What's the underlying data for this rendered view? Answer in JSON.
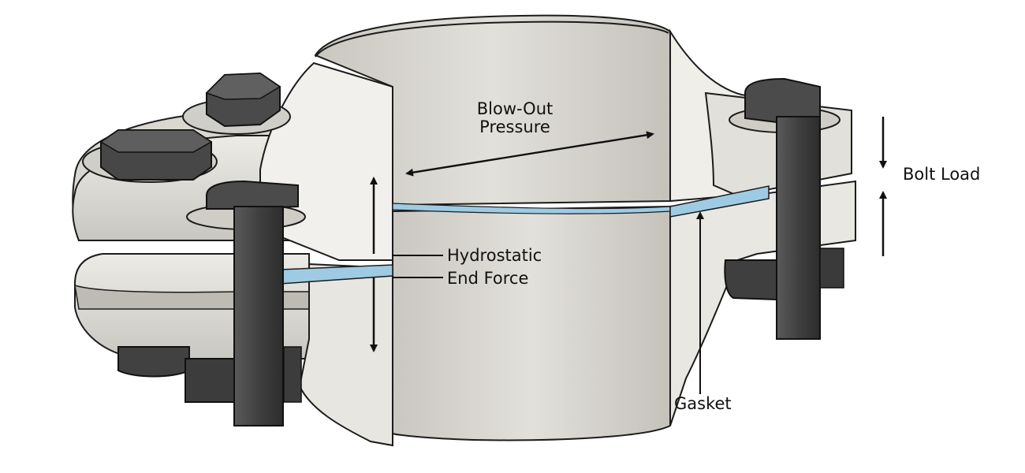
{
  "labels": {
    "blow_out_line1": "Blow-Out",
    "blow_out_line2": "Pressure",
    "bolt_load": "Bolt Load",
    "hydrostatic": "Hydrostatic",
    "end_force": "End Force",
    "gasket": "Gasket"
  },
  "colors": {
    "pipe_light": "#e4e2dc",
    "pipe_shade": "#b9b7b0",
    "bolt_dark": "#3f3f3f",
    "gasket_blue": "#9ecbe3",
    "outline": "#1c1c1c"
  }
}
